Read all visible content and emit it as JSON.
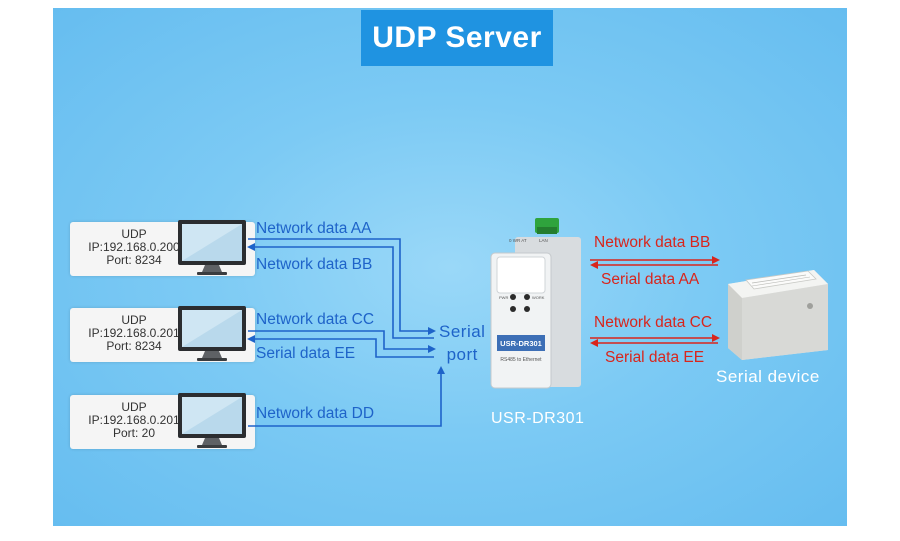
{
  "title": "UDP Server",
  "clients": [
    {
      "protocol": "UDP",
      "ip": "IP:192.168.0.200",
      "port": "Port: 8234"
    },
    {
      "protocol": "UDP",
      "ip": "IP:192.168.0.201",
      "port": "Port: 8234"
    },
    {
      "protocol": "UDP",
      "ip": "IP:192.168.0.201",
      "port": "Port: 20"
    }
  ],
  "network_flows": {
    "aa": "Network data AA",
    "bb": "Network data BB",
    "cc": "Network data CC",
    "ee": "Serial data EE",
    "dd": "Network data DD"
  },
  "serial_port_label": [
    "Serial",
    "port"
  ],
  "device": {
    "name": "USR-DR301",
    "brand_text": "USR-DR301",
    "sub_text": "RS485 to Ethernet",
    "top_labels": [
      "0 WR AT",
      "LAN"
    ],
    "indicator_labels": [
      "PWR",
      "WORK"
    ]
  },
  "serial_flows": {
    "bb": "Network data BB",
    "aa": "Serial data AA",
    "cc": "Network data CC",
    "ee": "Serial data EE"
  },
  "serial_device_label": "Serial device",
  "colors": {
    "title_bg": "#1f93e1",
    "blue_arrow": "#1e63c9",
    "red_arrow": "#d9251c"
  }
}
